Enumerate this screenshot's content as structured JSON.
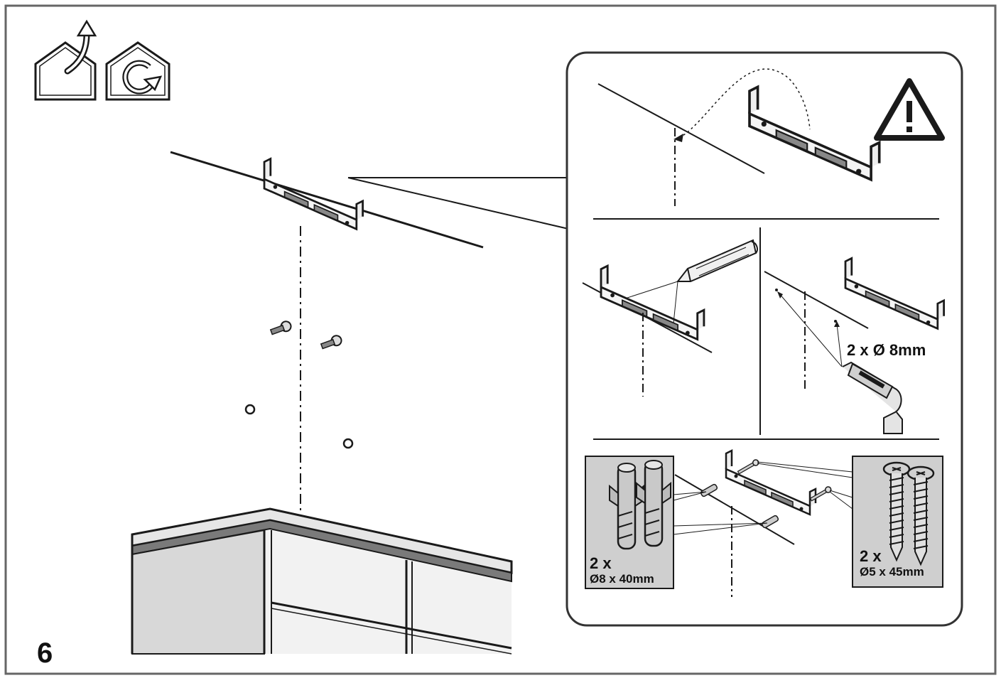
{
  "step": {
    "number": "6"
  },
  "drill_step": {
    "label": "2 x Ø 8mm"
  },
  "wall_plugs": {
    "qty": "2 x",
    "size": "Ø8 x 40mm"
  },
  "screws": {
    "qty": "2 x",
    "size": "Ø5 x 45mm"
  },
  "icons": [
    "ventilation-extraction-icon",
    "recirculation-icon",
    "warning-icon"
  ],
  "colors": {
    "line": "#1a1a1a",
    "frame": "#555555",
    "cabinet_fill": "#d8d8d8",
    "inset_fill": "#cfcfcf"
  }
}
